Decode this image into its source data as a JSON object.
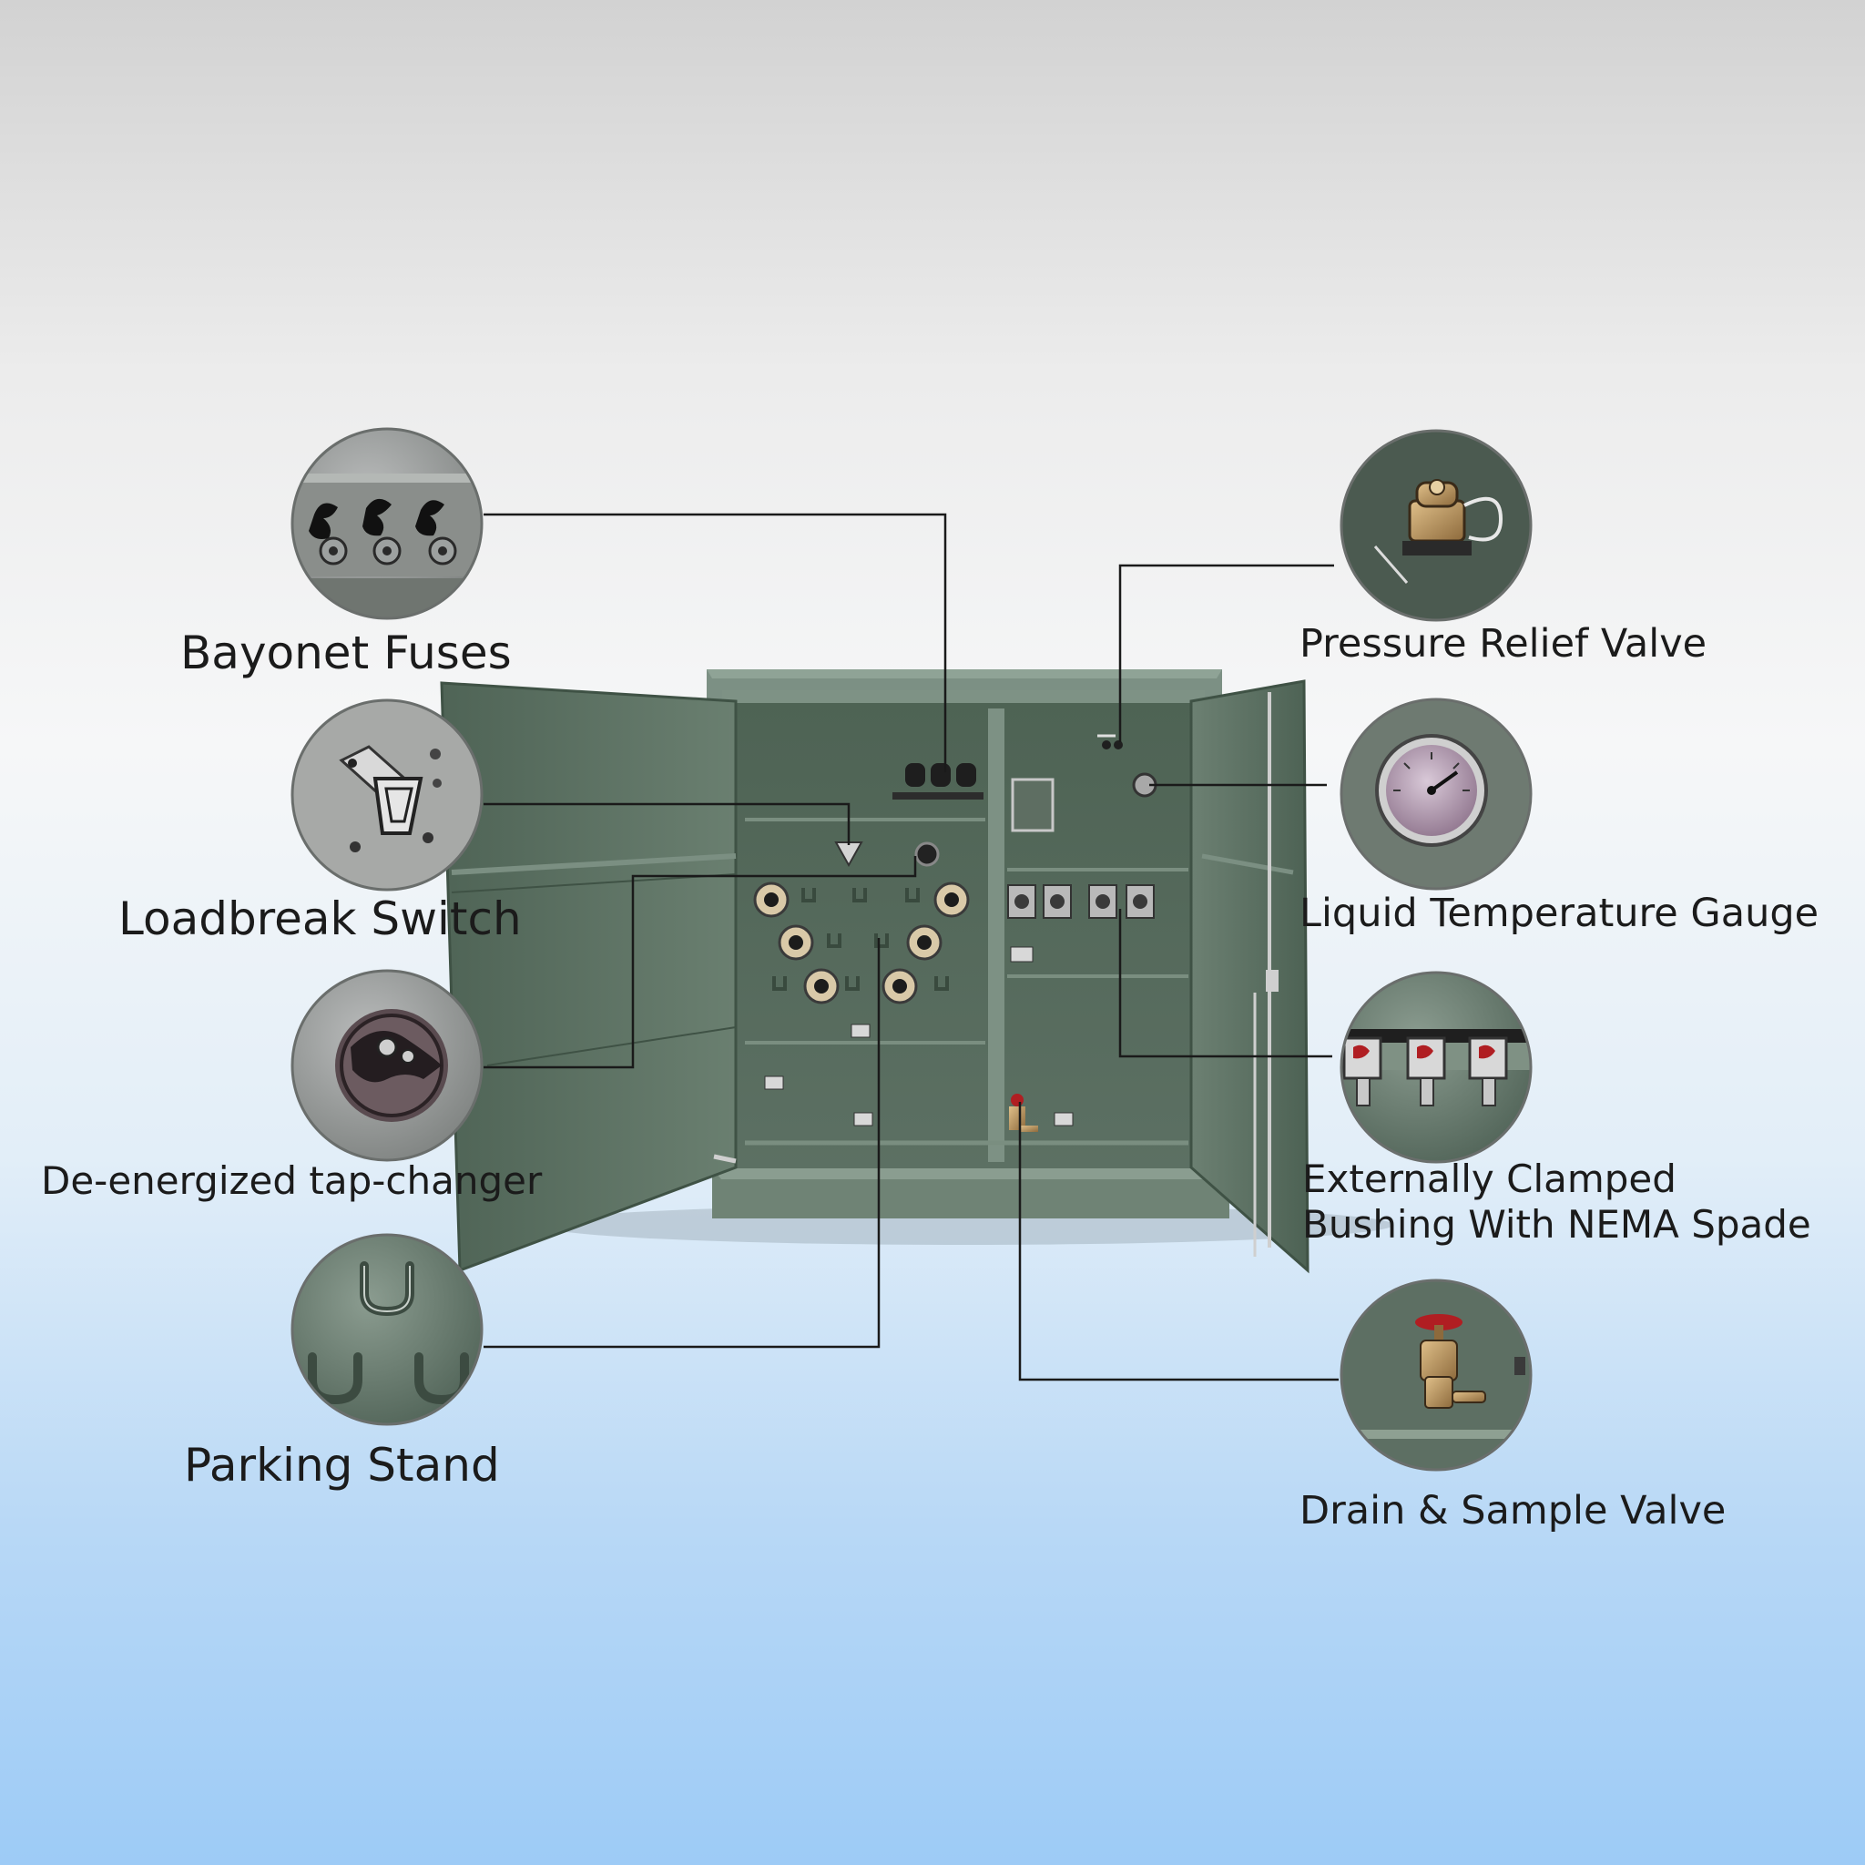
{
  "callouts": {
    "bayonet_fuses": {
      "label": "Bayonet Fuses"
    },
    "loadbreak_switch": {
      "label": "Loadbreak Switch"
    },
    "tap_changer": {
      "label": "De-energized tap-changer"
    },
    "parking_stand": {
      "label": "Parking Stand"
    },
    "pressure_relief_valve": {
      "label": "Pressure Relief Valve"
    },
    "liquid_temperature_gauge": {
      "label": "Liquid Temperature Gauge"
    },
    "clamped_bushing": {
      "line1": "Externally Clamped",
      "line2": "Bushing With NEMA Spade"
    },
    "drain_sample_valve": {
      "label": "Drain & Sample Valve"
    }
  },
  "colors": {
    "cabinet_green": "#5d7163",
    "cabinet_dark": "#465a4c",
    "cabinet_light": "#7a8e80",
    "leader_line": "#1a1a1a",
    "valve_red": "#b01e22",
    "brass": "#b8925a"
  }
}
